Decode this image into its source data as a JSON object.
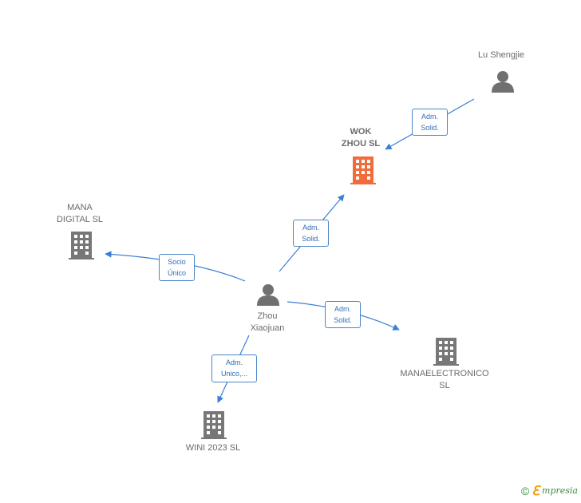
{
  "colors": {
    "edge": "#3a7fd5",
    "company": "#777777",
    "company_focus": "#f26b3a",
    "person": "#707070"
  },
  "nodes": {
    "lu": {
      "label": "Lu Shengjie",
      "icon": "person-icon"
    },
    "wok": {
      "label": "WOK\nZHOU  SL",
      "icon": "building-icon"
    },
    "mana": {
      "label": "MANA\nDIGITAL  SL",
      "icon": "building-icon"
    },
    "zhou": {
      "label": "Zhou\nXiaojuan",
      "icon": "person-icon"
    },
    "manaelec": {
      "label": "MANAELECTRONICO\nSL",
      "icon": "building-icon"
    },
    "wini": {
      "label": "WINI 2023  SL",
      "icon": "building-icon"
    }
  },
  "edges": {
    "lu_wok": {
      "label": "Adm.\nSolid."
    },
    "zhou_wok": {
      "label": "Adm.\nSolid."
    },
    "zhou_mana": {
      "label": "Socio\nÚnico"
    },
    "zhou_manaelec": {
      "label": "Adm.\nSolid."
    },
    "zhou_wini": {
      "label": "Adm.\nUnico,..."
    }
  },
  "footer": {
    "copyright": "©",
    "brand_initial": "ℇ",
    "brand_rest": "mpresia"
  }
}
